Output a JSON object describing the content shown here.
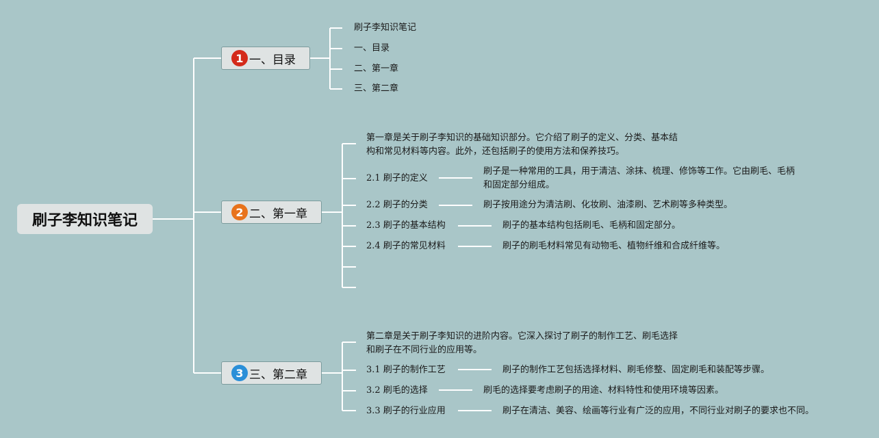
{
  "root": {
    "label": "刷子李知识笔记"
  },
  "colors": {
    "badge1": "#d42a1a",
    "badge2": "#e8731c",
    "badge3": "#2a8fd8"
  },
  "branches": [
    {
      "badge": "1",
      "label": "一、目录",
      "children": [
        "刷子李知识笔记",
        "一、目录",
        "二、第一章",
        "三、第二章"
      ]
    },
    {
      "badge": "2",
      "label": "二、第一章",
      "intro": [
        "第一章是关于刷子李知识的基础知识部分。它介绍了刷子的定义、分类、基本结",
        "构和常见材料等内容。此外，还包括刷子的使用方法和保养技巧。"
      ],
      "children": [
        {
          "label": "2.1 刷子的定义",
          "detail": [
            "刷子是一种常用的工具，用于清洁、涂抹、梳理、修饰等工作。它由刷毛、毛柄",
            "和固定部分组成。"
          ]
        },
        {
          "label": "2.2 刷子的分类",
          "detail": [
            "刷子按用途分为清洁刷、化妆刷、油漆刷、艺术刷等多种类型。"
          ]
        },
        {
          "label": "2.3 刷子的基本结构",
          "detail": [
            "刷子的基本结构包括刷毛、毛柄和固定部分。"
          ]
        },
        {
          "label": "2.4 刷子的常见材料",
          "detail": [
            "刷子的刷毛材料常见有动物毛、植物纤维和合成纤维等。"
          ]
        }
      ]
    },
    {
      "badge": "3",
      "label": "三、第二章",
      "intro": [
        "第二章是关于刷子李知识的进阶内容。它深入探讨了刷子的制作工艺、刷毛选择",
        "和刷子在不同行业的应用等。"
      ],
      "children": [
        {
          "label": "3.1 刷子的制作工艺",
          "detail": [
            "刷子的制作工艺包括选择材料、刷毛修整、固定刷毛和装配等步骤。"
          ]
        },
        {
          "label": "3.2 刷毛的选择",
          "detail": [
            "刷毛的选择要考虑刷子的用途、材料特性和使用环境等因素。"
          ]
        },
        {
          "label": "3.3 刷子的行业应用",
          "detail": [
            "刷子在清洁、美容、绘画等行业有广泛的应用，不同行业对刷子的要求也不同。"
          ]
        }
      ]
    }
  ]
}
